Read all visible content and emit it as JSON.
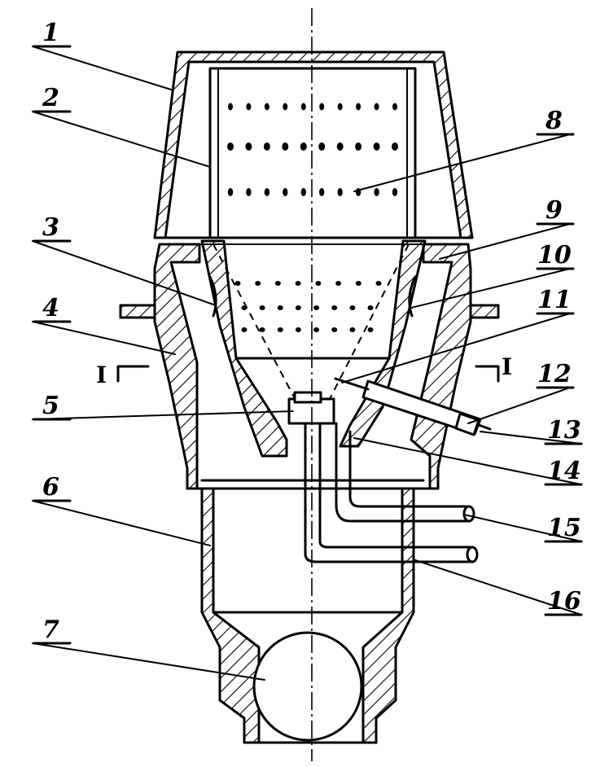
{
  "labels": {
    "l1": "1",
    "l2": "2",
    "l3": "3",
    "l4": "4",
    "l5": "5",
    "l6": "6",
    "l7": "7",
    "l8": "8",
    "l9": "9",
    "l10": "10",
    "l11": "11",
    "l12": "12",
    "l13": "13",
    "l14": "14",
    "l15": "15",
    "l16": "16"
  },
  "section_marks": {
    "left": "I",
    "right": "I"
  }
}
